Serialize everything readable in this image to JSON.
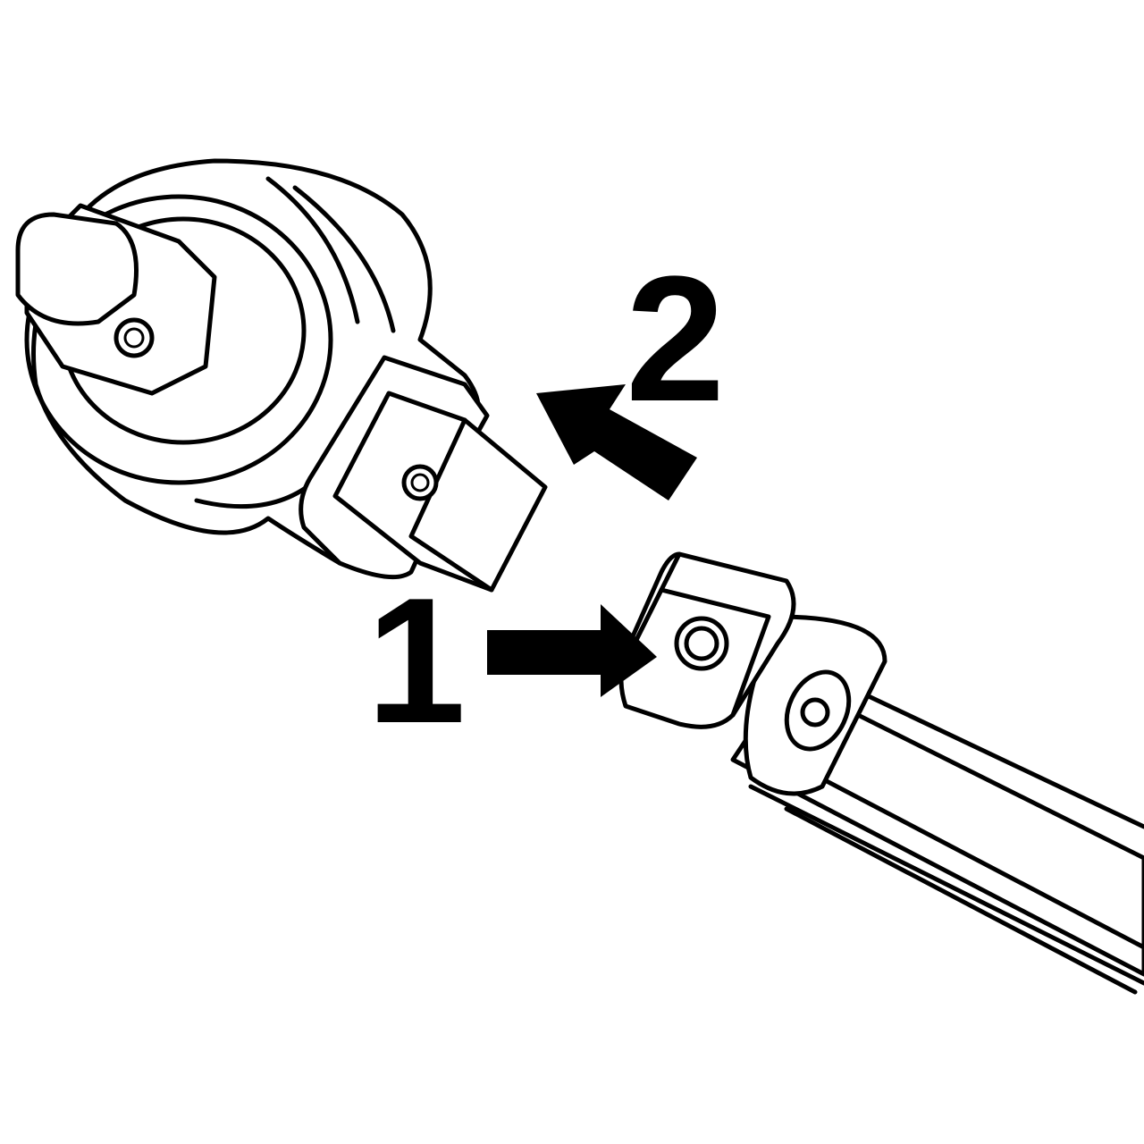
{
  "steps": {
    "step1_label": "1",
    "step2_label": "2"
  },
  "icons": [
    "ratchet-insert-head",
    "torque-wrench",
    "arrow-right",
    "arrow-up-left"
  ],
  "colors": {
    "line": "#000000",
    "background": "#ffffff"
  }
}
